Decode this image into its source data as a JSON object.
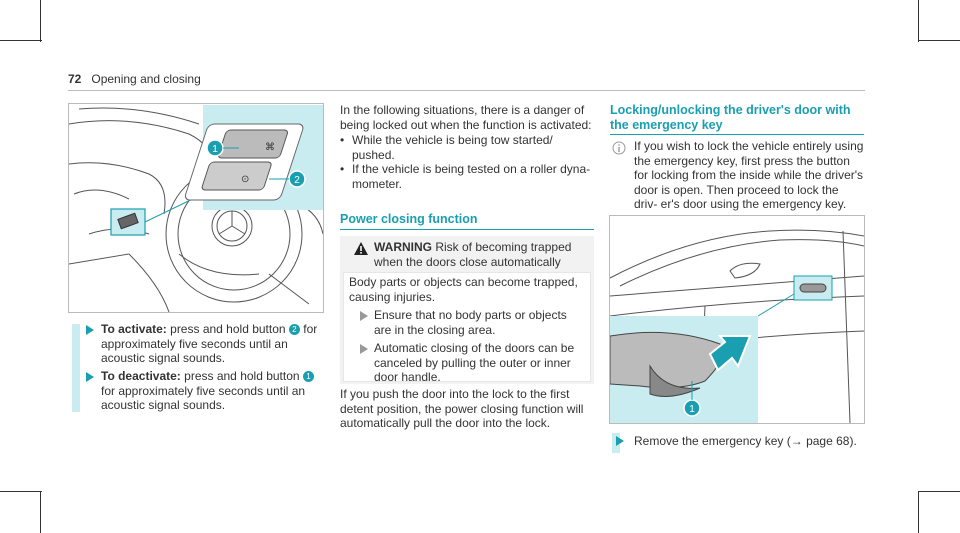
{
  "header": {
    "page_number": "72",
    "section": "Opening and closing"
  },
  "left": {
    "figure": {
      "callouts": [
        "1",
        "2"
      ]
    },
    "steps": [
      {
        "label": "To activate:",
        "text_before": "press and hold button",
        "button": "2",
        "text_after": "for approximately five seconds until an acoustic signal sounds."
      },
      {
        "label": "To deactivate:",
        "text_before": "press and hold button",
        "button": "1",
        "text_after": "for approximately five seconds until an acoustic signal sounds."
      }
    ]
  },
  "middle": {
    "intro": "In the following situations, there is a danger of being locked out when the function is activated:",
    "bullets": [
      "While the vehicle is being tow started/ pushed.",
      "If the vehicle is being tested on a roller dyna- mometer."
    ],
    "heading": "Power closing function",
    "warning": {
      "label": "WARNING",
      "title": "Risk of becoming trapped when the doors close automatically",
      "body": "Body parts or objects can become trapped, causing injuries.",
      "steps": [
        "Ensure that no body parts or objects are in the closing area.",
        "Automatic closing of the doors can be canceled by pulling the outer or inner door handle."
      ]
    },
    "paragraph": "If you push the door into the lock to the first detent position, the power closing function will automatically pull the door into the lock."
  },
  "right": {
    "heading": "Locking/unlocking the driver's door with the emergency key",
    "info": "If you wish to lock the vehicle entirely using the emergency key, first press the button for locking from the inside while the driver's door is open. Then proceed to lock the driv- er's door using the emergency key.",
    "figure": {
      "callout": "1"
    },
    "step": {
      "text": "Remove the emergency key",
      "ref": "(→ page 68)."
    }
  },
  "colors": {
    "accent": "#1a9fb0",
    "highlight": "#c8ecf0"
  }
}
